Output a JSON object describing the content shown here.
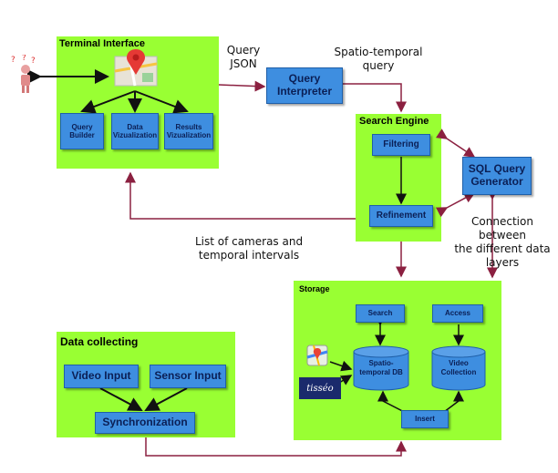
{
  "terminal": {
    "title": "Terminal Interface",
    "query_builder": "Query\nBuilder",
    "data_viz": "Data\nVizualization",
    "results_viz": "Results\nVizualization"
  },
  "labels": {
    "query_json": "Query\nJSON",
    "spatio_temporal_query": "Spatio-temporal\nquery",
    "cameras_intervals": "List of cameras and\ntemporal intervals",
    "connection": "Connection between\nthe different data\nlayers"
  },
  "query_interpreter": "Query\nInterpreter",
  "search_engine": {
    "title": "Search Engine",
    "filtering": "Filtering",
    "refinement": "Refinement"
  },
  "sql_generator": "SQL Query\nGenerator",
  "storage": {
    "title": "Storage",
    "search": "Search",
    "access": "Access",
    "spatio_db": "Spatio-\ntemporal DB",
    "video_collection": "Video\nCollection",
    "insert": "Insert",
    "logo_text": "tisséo"
  },
  "data_collecting": {
    "title": "Data collecting",
    "video_input": "Video Input",
    "sensor_input": "Sensor Input",
    "synchronization": "Synchronization"
  },
  "colors": {
    "panel": "#99ff33",
    "node": "#3e8ee0",
    "arrow_dark": "#111111",
    "arrow_maroon": "#8b2040"
  }
}
